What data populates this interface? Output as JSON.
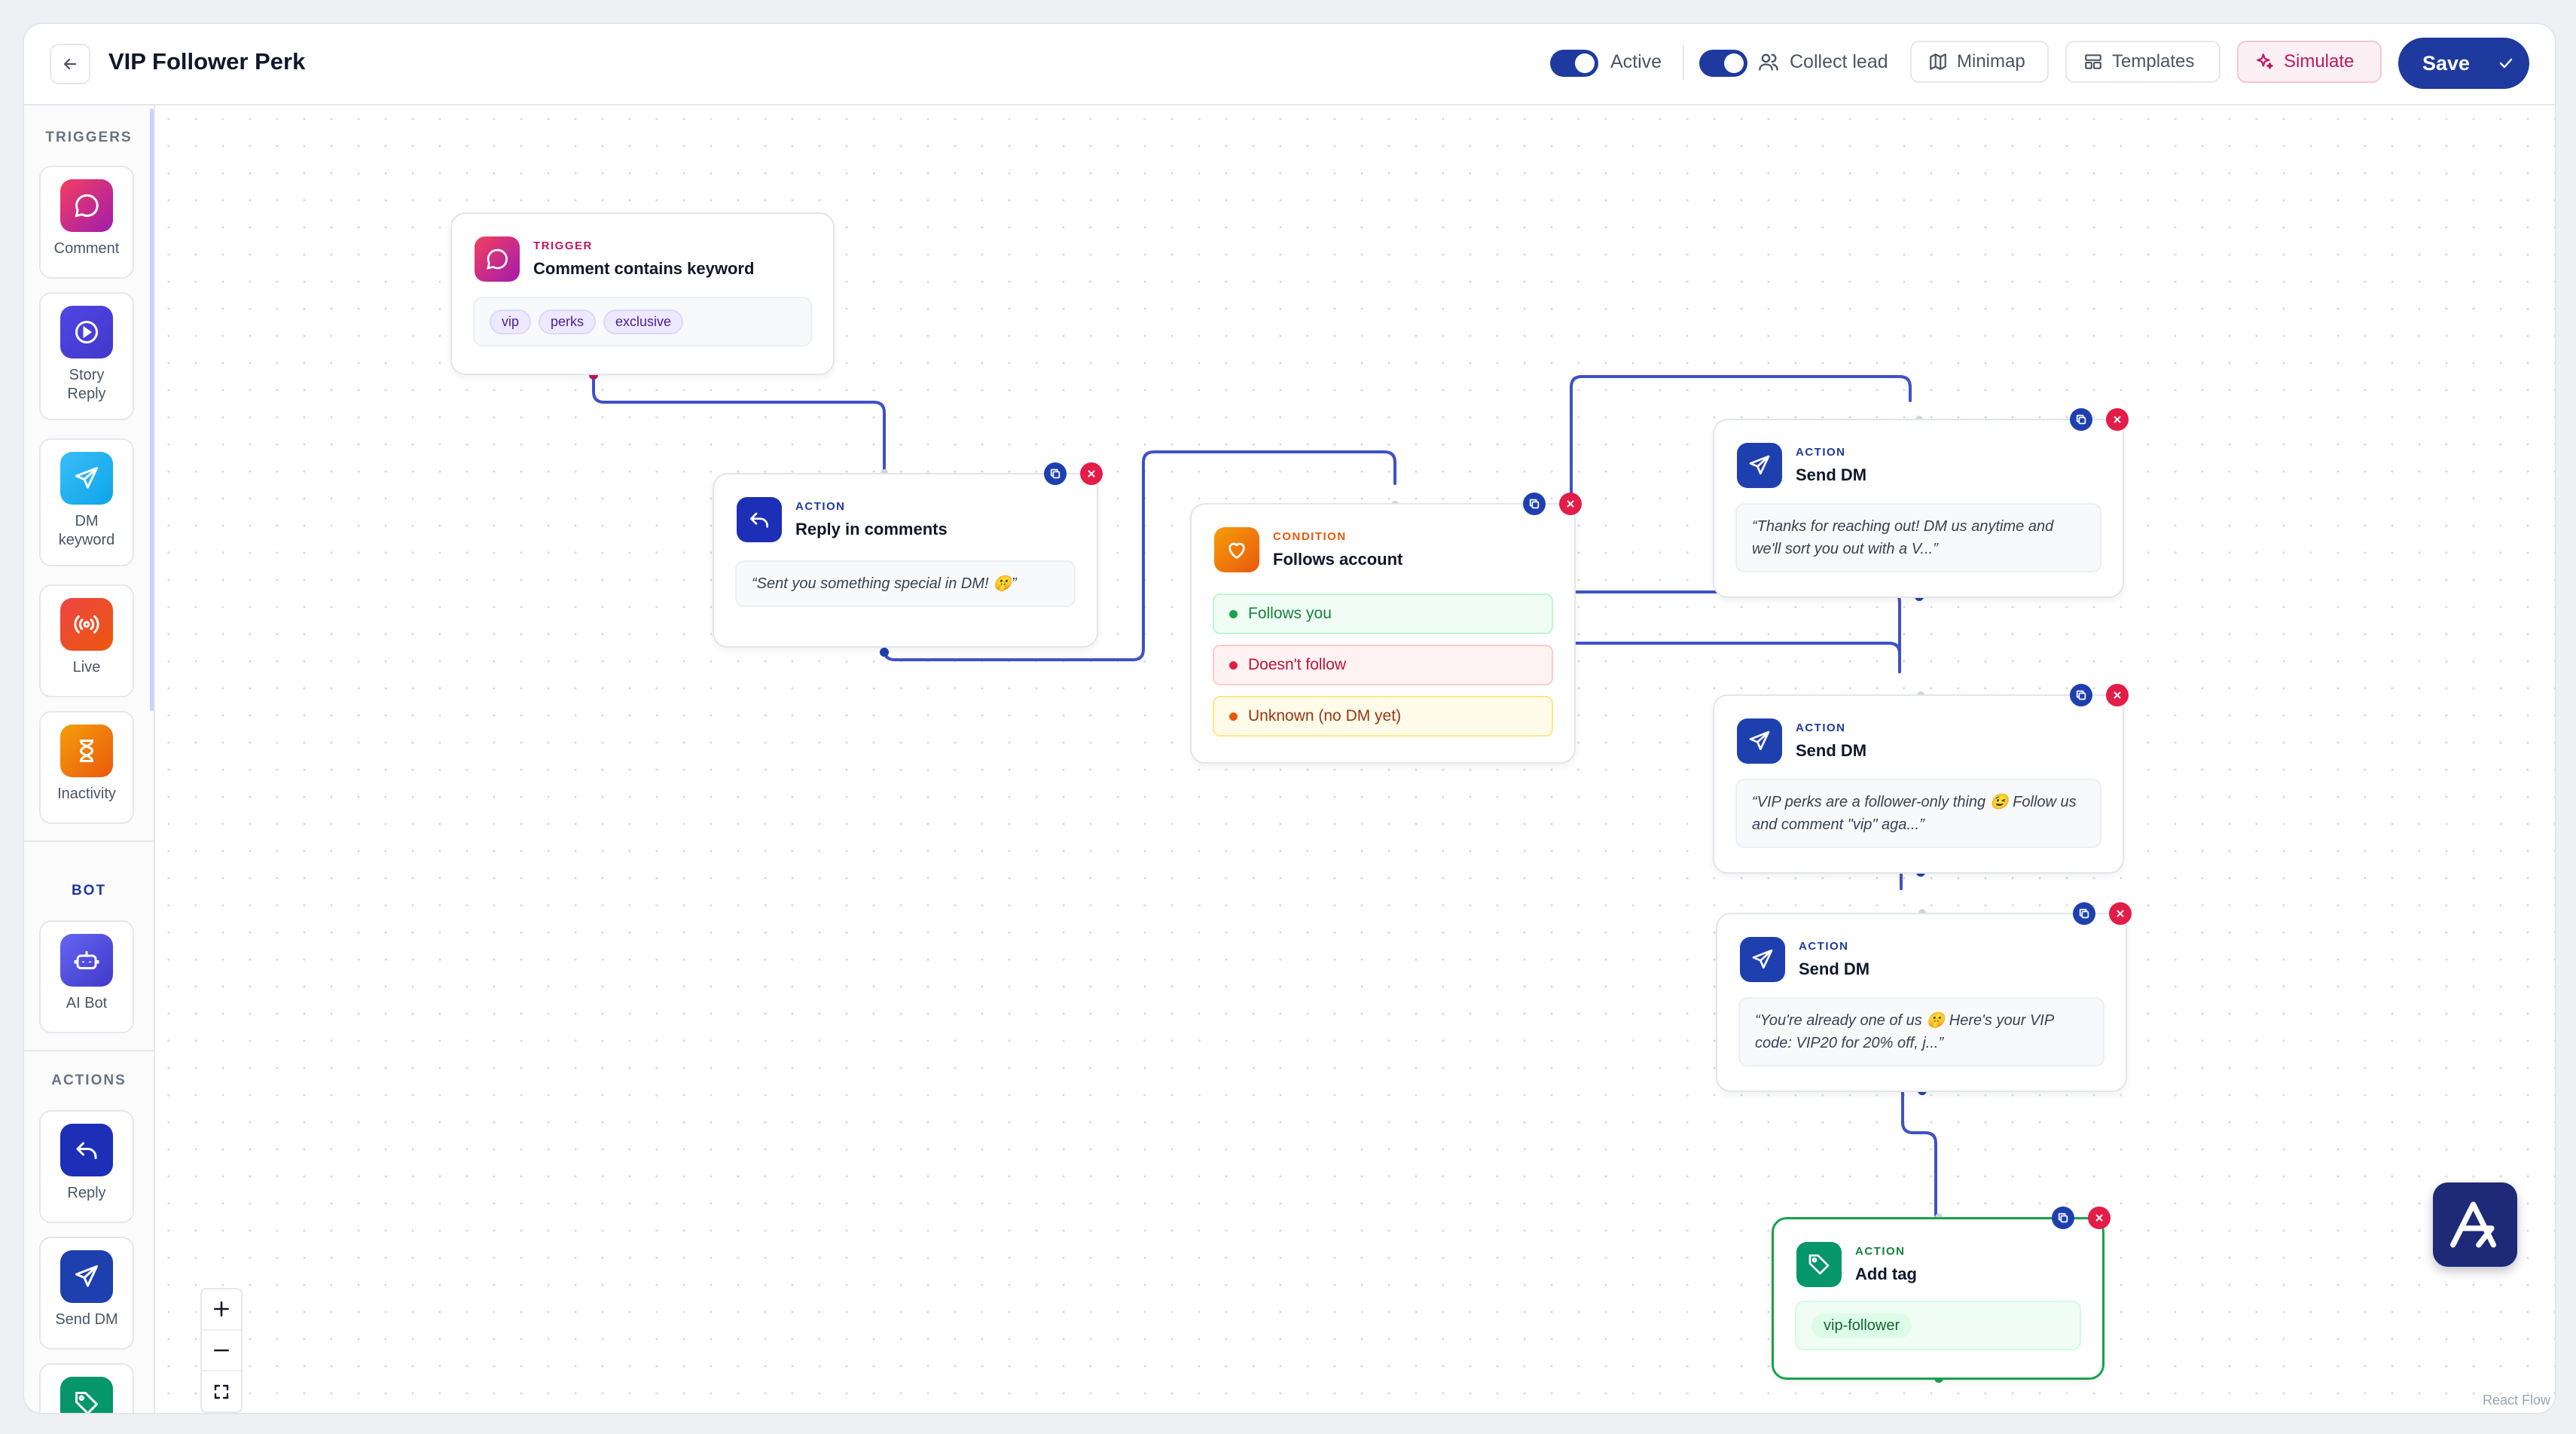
{
  "header": {
    "title": "VIP Follower Perk",
    "active_label": "Active",
    "collect_lead_label": "Collect lead",
    "minimap_label": "Minimap",
    "templates_label": "Templates",
    "simulate_label": "Simulate",
    "save_label": "Save",
    "active_on": true,
    "collect_lead_on": true
  },
  "sidebar": {
    "triggers_heading": "TRIGGERS",
    "bot_heading": "BOT",
    "actions_heading": "ACTIONS",
    "triggers": [
      {
        "label": "Comment",
        "icon": "chat-bubble-icon"
      },
      {
        "label": "Story Reply",
        "icon": "play-circle-icon"
      },
      {
        "label": "DM keyword",
        "icon": "send-icon"
      },
      {
        "label": "Live",
        "icon": "broadcast-icon"
      },
      {
        "label": "Inactivity",
        "icon": "hourglass-icon"
      }
    ],
    "bot": [
      {
        "label": "AI Bot",
        "icon": "bot-icon"
      }
    ],
    "actions": [
      {
        "label": "Reply",
        "icon": "reply-icon"
      },
      {
        "label": "Send DM",
        "icon": "send-icon"
      },
      {
        "label": "",
        "icon": "tag-icon"
      }
    ]
  },
  "nodes": {
    "trigger": {
      "kind": "TRIGGER",
      "title": "Comment contains keyword",
      "keywords": [
        "vip",
        "perks",
        "exclusive"
      ]
    },
    "reply": {
      "kind": "ACTION",
      "title": "Reply in comments",
      "message": "“Sent you something special in DM! 🤫”"
    },
    "condition": {
      "kind": "CONDITION",
      "title": "Follows account",
      "branches": [
        "Follows you",
        "Doesn't follow",
        "Unknown (no DM yet)"
      ]
    },
    "dm1": {
      "kind": "ACTION",
      "title": "Send DM",
      "message": "“Thanks for reaching out! DM us anytime and we'll sort you out with a V...”"
    },
    "dm2": {
      "kind": "ACTION",
      "title": "Send DM",
      "message": "“VIP perks are a follower-only thing 😉 Follow us and comment \"vip\" aga...”"
    },
    "dm3": {
      "kind": "ACTION",
      "title": "Send DM",
      "message": "“You're already one of us 🤫 Here's your VIP code: VIP20 for 20% off, j...”"
    },
    "tag": {
      "kind": "ACTION",
      "title": "Add tag",
      "tag": "vip-follower"
    }
  },
  "canvas": {
    "attribution": "React Flow"
  },
  "colors": {
    "primary": "#1e3a9e",
    "edge": "#3f51c8",
    "trigger_accent": "#be185d",
    "condition_accent": "#ea580c",
    "success": "#16a34a",
    "danger": "#e11d48"
  }
}
